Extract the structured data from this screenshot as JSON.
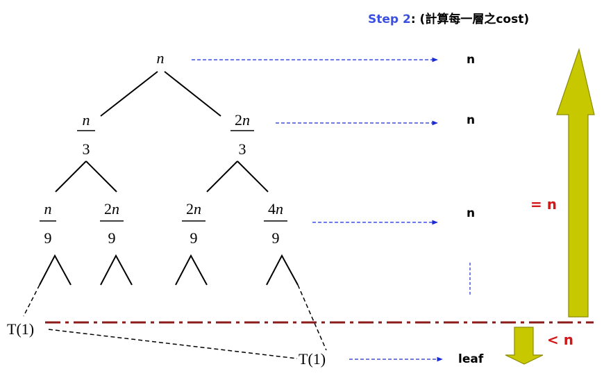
{
  "header": {
    "step_label": "Step 2",
    "step_colon": ":",
    "step_desc": " (計算每一層之cost)"
  },
  "tree": {
    "root": {
      "label": "n"
    },
    "level1": [
      {
        "numerator": "n",
        "denominator": "3"
      },
      {
        "numerator_coef": "2",
        "numerator": "n",
        "denominator": "3"
      }
    ],
    "level2": [
      {
        "numerator_coef": "",
        "numerator": "n",
        "denominator": "9"
      },
      {
        "numerator_coef": "2",
        "numerator": "n",
        "denominator": "9"
      },
      {
        "numerator_coef": "2",
        "numerator": "n",
        "denominator": "9"
      },
      {
        "numerator_coef": "4",
        "numerator": "n",
        "denominator": "9"
      }
    ],
    "leaf_left": "T(1)",
    "leaf_right": "T(1)"
  },
  "costs": {
    "level0": "n",
    "level1": "n",
    "level2": "n",
    "leaf": "leaf"
  },
  "annotations": {
    "equals_n": "= n",
    "less_n": "< n"
  },
  "colors": {
    "arrow_fill": "#c8c800",
    "arrow_stroke": "#8a8a00",
    "dashed_arrow": "#1a2bd6",
    "dash_dot_line": "#8b1a1a",
    "red_text": "#d01818",
    "step_blue": "#3b4fe0"
  }
}
